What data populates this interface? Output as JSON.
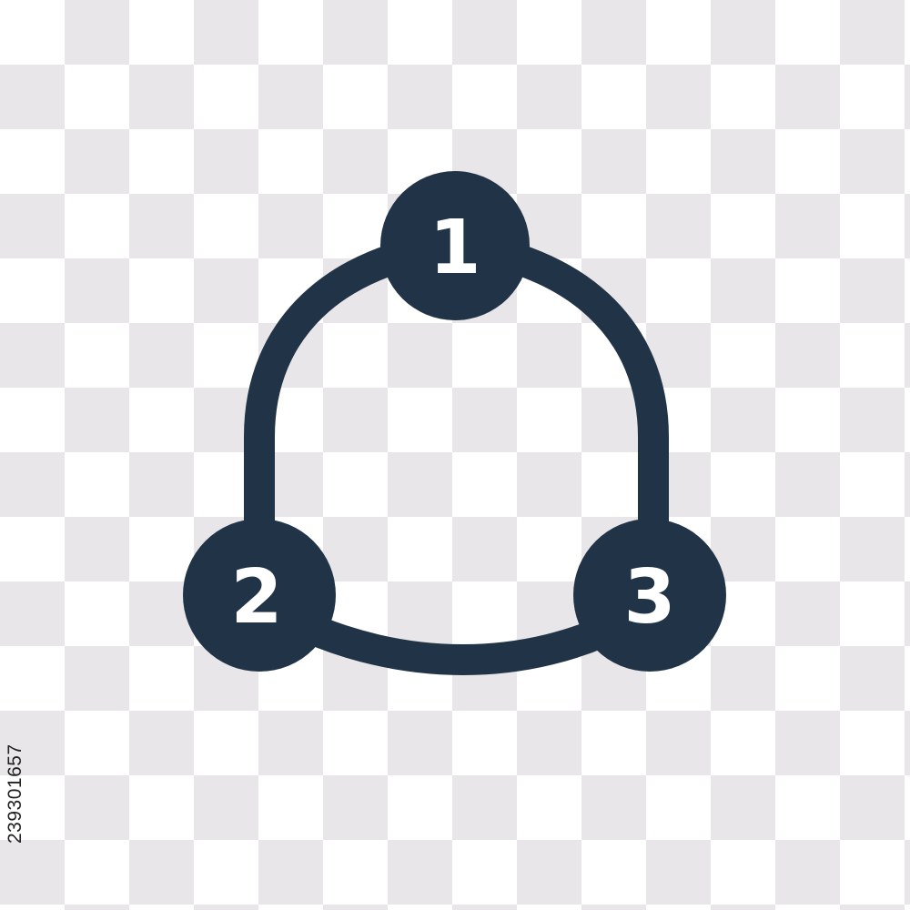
{
  "icon": {
    "name": "three-step-cycle-icon",
    "color": "#213447",
    "nodes": [
      {
        "label": "1"
      },
      {
        "label": "2"
      },
      {
        "label": "3"
      }
    ]
  },
  "background": {
    "pattern": "transparency-checkerboard",
    "colors": [
      "#ffffff",
      "#e8e6e8"
    ]
  },
  "watermark": {
    "stock_id": "239301657"
  }
}
